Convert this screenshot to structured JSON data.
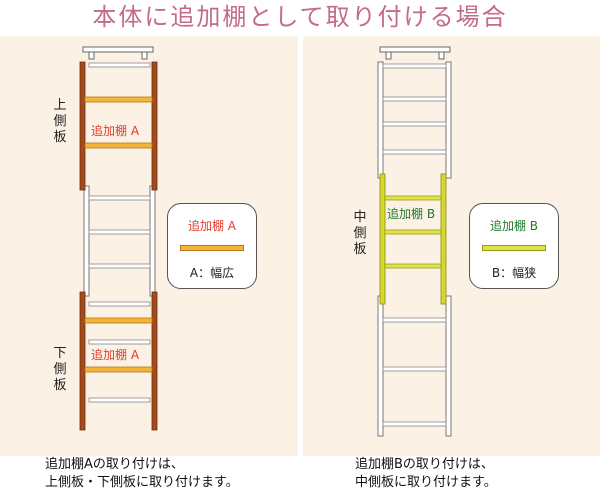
{
  "title": "本体に追加棚として取り付ける場合",
  "left": {
    "upper_label": "上側板",
    "lower_label": "下側板",
    "shelf_label_upper": "追加棚 A",
    "shelf_label_lower": "追加棚 A",
    "card": {
      "title": "追加棚 A",
      "width_note": "A：幅広"
    },
    "caption_line1": "追加棚Aの取り付けは、",
    "caption_line2": "上側板・下側板に取り付けます。"
  },
  "right": {
    "middle_label": "中側板",
    "shelf_label": "追加棚 B",
    "card": {
      "title": "追加棚 B",
      "width_note": "B：幅狭"
    },
    "caption_line1": "追加棚Bの取り付けは、",
    "caption_line2": "中側板に取り付けます。"
  },
  "colors": {
    "title": "#c46a8c",
    "panel_bg": "#fbf1e5",
    "side_board_wood": "#a54a1c",
    "shelf_a": "#f5b43c",
    "shelf_b": "#dfe24a",
    "side_board_b": "#d6d832",
    "label_red": "#e03c2e",
    "label_green": "#1f7a2a"
  }
}
